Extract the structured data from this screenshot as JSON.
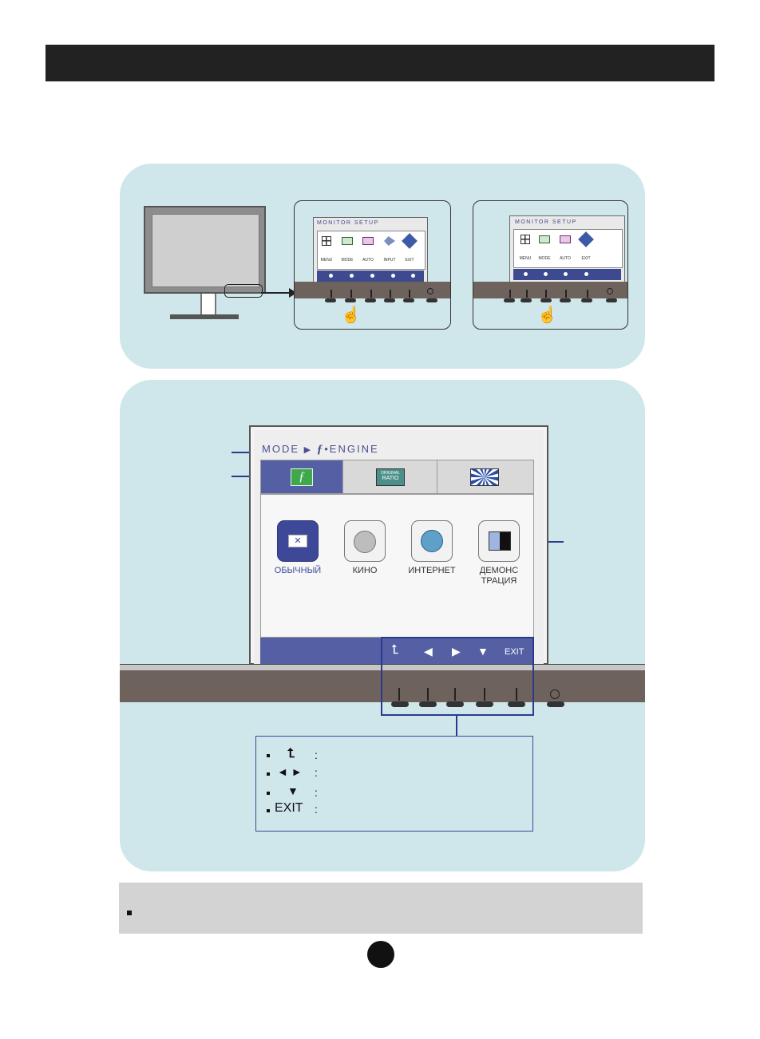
{
  "mini_osd": {
    "title": "MONITOR SETUP",
    "items_full": [
      "MENU",
      "MODE",
      "AUTO",
      "INPUT",
      "EXIT"
    ],
    "items_short": [
      "MENU",
      "MODE",
      "AUTO",
      "EXIT"
    ]
  },
  "osd": {
    "breadcrumb_mode": "MODE",
    "breadcrumb_engine": "ENGINE",
    "tab_ratio_label_1": "ORIGINAL",
    "tab_ratio_label_2": "RATIO",
    "modes": [
      {
        "label": "ОБЫЧНЫЙ",
        "selected": true
      },
      {
        "label": "КИНО",
        "selected": false
      },
      {
        "label": "ИНТЕРНЕТ",
        "selected": false
      },
      {
        "label": "ДЕМОНС ТРАЦИЯ",
        "selected": false
      }
    ],
    "exit_label": "EXIT"
  },
  "legend": {
    "rows": [
      {
        "symbol": "⮤",
        "sep": ":"
      },
      {
        "symbol": "◄ ►",
        "sep": ":"
      },
      {
        "symbol": "▼",
        "sep": ":"
      },
      {
        "symbol": "EXIT",
        "sep": ":"
      }
    ]
  },
  "colors": {
    "panel_bg": "#cfe6ea",
    "osd_accent": "#5560a4",
    "bezel": "#6e625d",
    "header": "#222222"
  }
}
